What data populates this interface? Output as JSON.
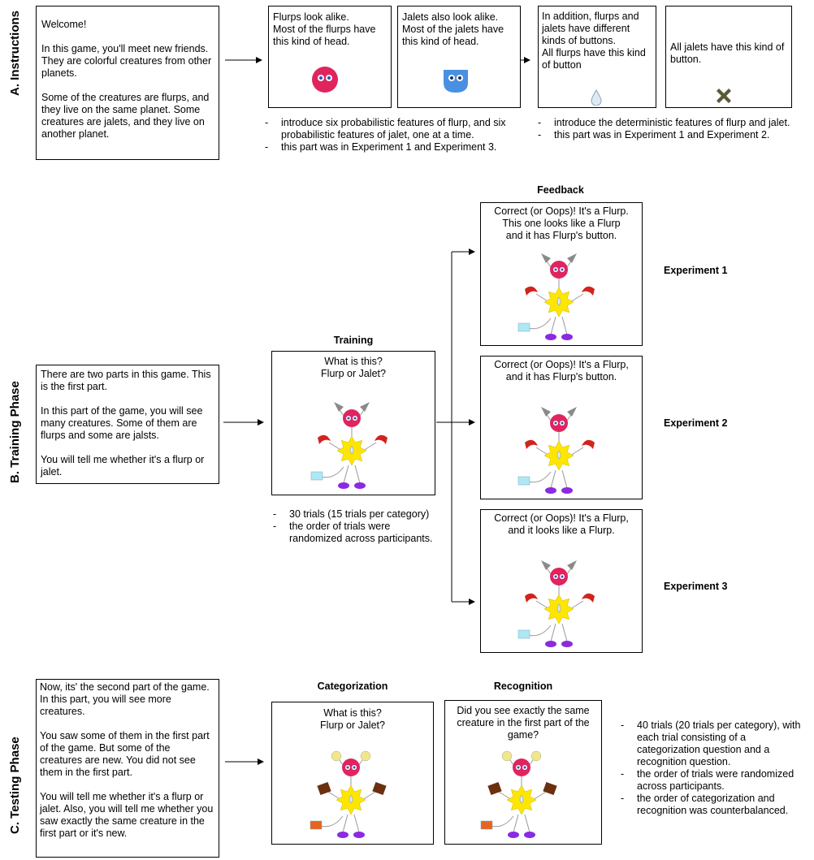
{
  "phases": {
    "a": "A. Instructions",
    "b": "B. Training Phase",
    "c": "C. Testing Phase"
  },
  "instructions": {
    "welcome": "Welcome!\n\nIn this game, you'll meet new friends. They are colorful creatures from other planets.\n\nSome of the creatures are flurps, and they live on the same planet. Some creatures are jalets, and they live on another planet.",
    "flurp_head": "Flurps look alike.\nMost of the flurps have this kind of head.",
    "jalet_head": "Jalets also look alike.\nMost of the jalets have this kind of head.",
    "flurp_button": "In addition, flurps and jalets have different kinds of buttons.\nAll flurps have this kind of button",
    "jalet_button": "All jalets have this kind of button.",
    "notes_left": [
      "introduce six probabilistic features of flurp, and six probabilistic features of jalet, one at a time.",
      "this part was in Experiment 1 and Experiment 3."
    ],
    "notes_right": [
      "introduce the deterministic features of flurp and jalet.",
      "this part was in Experiment 1 and Experiment 2."
    ]
  },
  "training": {
    "intro": "There are two parts in this game. This is the first part.\n\nIn this part of the game, you will see many creatures. Some of them are flurps and some are jalsts.\n\nYou will tell me whether it's a flurp or jalet.",
    "header": "Training",
    "question": "What is this?\nFlurp or Jalet?",
    "notes": [
      "30 trials (15 trials per category)",
      "the order of trials were randomized across participants."
    ],
    "feedback_header": "Feedback",
    "feedback": [
      {
        "text": "Correct (or Oops)!  It's a Flurp.\nThis one looks like a Flurp\nand it has Flurp's button.",
        "experiment": "Experiment 1"
      },
      {
        "text": "Correct (or Oops)!  It's a Flurp,\nand it has Flurp's button.",
        "experiment": "Experiment 2"
      },
      {
        "text": "Correct (or Oops)!  It's a Flurp,\nand it looks like a Flurp.",
        "experiment": "Experiment 3"
      }
    ]
  },
  "testing": {
    "intro": "Now, its' the second part of the game. In this part, you will see more creatures.\n\nYou saw some of them in the first part of the game. But some of the creatures are new. You did not see them in the first part.\n\nYou will tell me whether it's a flurp or jalet. Also, you will tell me whether you saw exactly the same creature in the first part or it's new.",
    "categorization_header": "Categorization",
    "categorization_question": "What is this?\nFlurp or Jalet?",
    "recognition_header": "Recognition",
    "recognition_question": "Did you see exactly the same creature in the first part of the game?",
    "notes": [
      "40 trials (20 trials per category), with each trial consisting of a categorization question  and a recognition question.",
      "the order of trials were randomized across participants.",
      "the order of categorization and recognition was counterbalanced."
    ]
  },
  "icons": {
    "flurp_head": "flurp-head-icon",
    "jalet_head": "jalet-head-icon",
    "flurp_button": "drop-icon",
    "jalet_button": "x-cross-icon",
    "creature": "creature-figure"
  },
  "colors": {
    "flurp_head": "#e0245e",
    "jalet_head": "#4a90e2",
    "body": "#ffe600",
    "feet": "#8a2be2",
    "claws_training": "#d0241c",
    "tail_training": "#aee8f5",
    "antenna_training": "#8a8a8a",
    "claws_testing": "#6b3010",
    "tail_testing": "#e8641c",
    "antenna_testing": "#f0e68c"
  }
}
